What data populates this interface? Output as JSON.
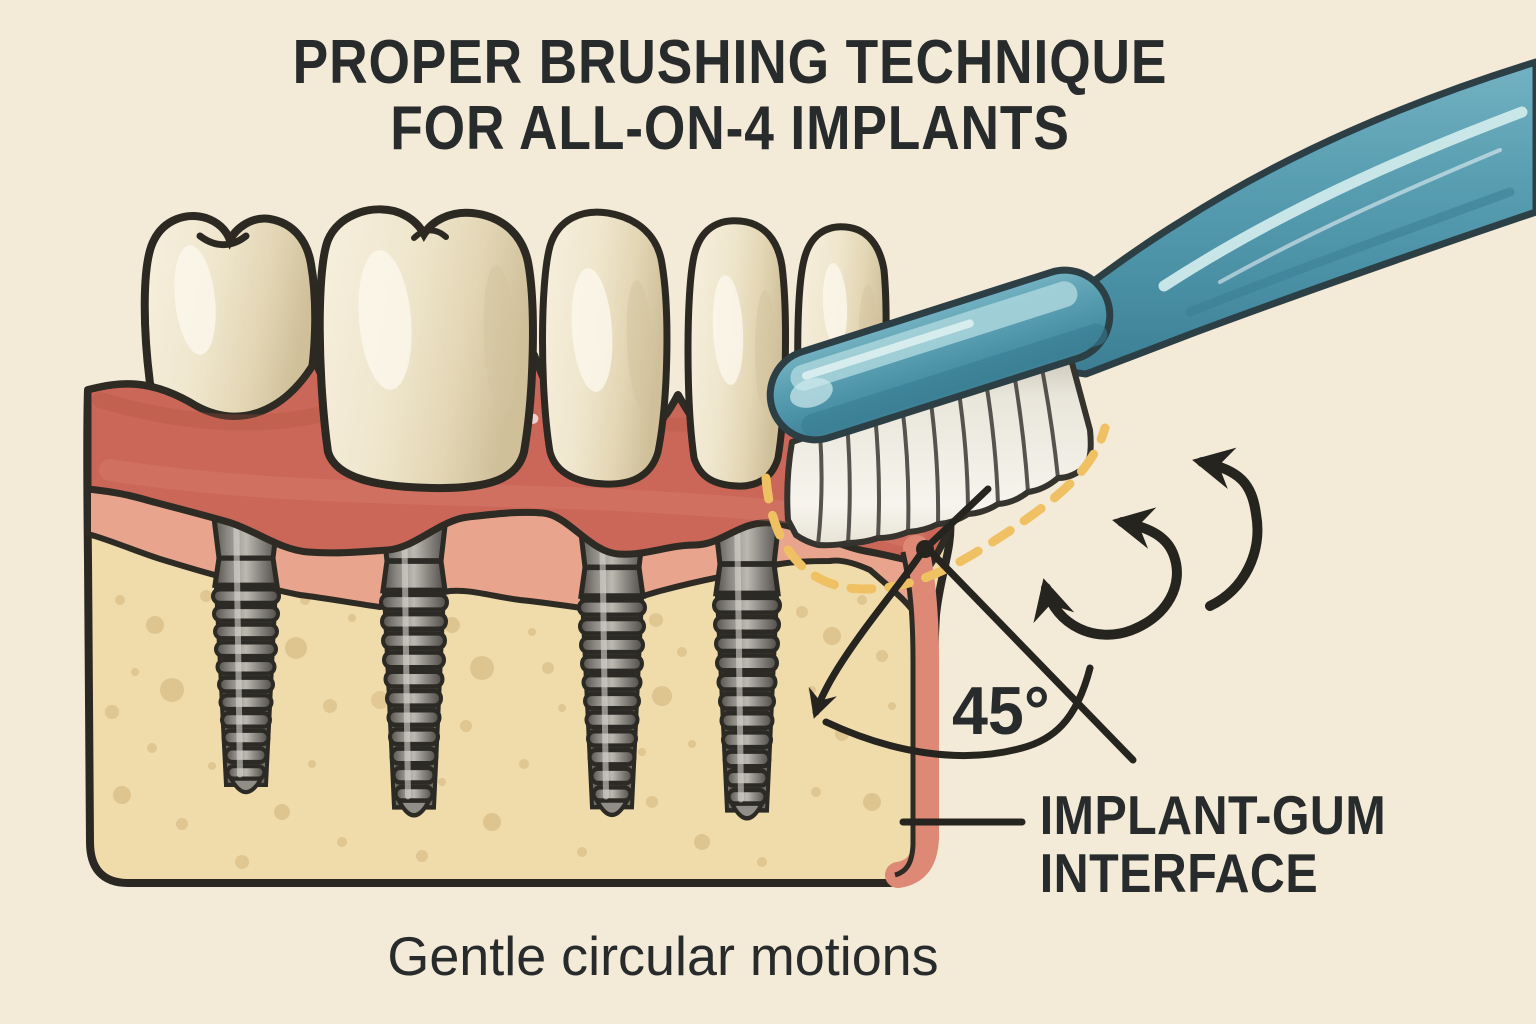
{
  "title": {
    "line1": "PROPER BRUSHING TECHNIQUE",
    "line2": "FOR ALL-ON-4 IMPLANTS"
  },
  "annotations": {
    "angle_label": "45°",
    "interface_label": {
      "line1": "IMPLANT-GUM",
      "line2": "INTERFACE"
    }
  },
  "caption": {
    "text": "Gentle circular motions"
  },
  "illustration": {
    "implant_count": 4,
    "teeth_count": 5,
    "elements": [
      "prosthetic-teeth",
      "gum-tissue",
      "jawbone-cross-section",
      "titanium-implants",
      "toothbrush",
      "bristles"
    ],
    "icons": [
      "circular-motion-arrow",
      "circular-motion-arrow",
      "angle-arc-arrow",
      "dashed-motion-path",
      "interface-dot",
      "leader-line"
    ]
  },
  "colors": {
    "background": "#f3ead8",
    "text": "#282b2c",
    "gum": "#cb6758",
    "gum_light": "#e8a48d",
    "bone": "#f0dcab",
    "bone_speckle": "#d0b078",
    "implant_metal": "#8f8c86",
    "tooth": "#f0e8d3",
    "brush_handle": "#4f97ac",
    "brush_highlight": "#cfeaea",
    "bristles": "#f2efe6",
    "dashed_path": "#efc162",
    "line": "#25241f"
  }
}
